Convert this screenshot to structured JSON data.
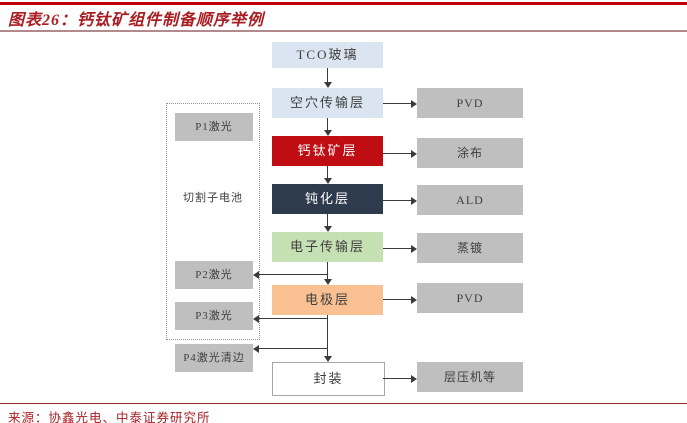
{
  "header": {
    "title": "图表26：钙钛矿组件制备顺序举例"
  },
  "footer": {
    "source": "来源：协鑫光电、中泰证券研究所"
  },
  "flow": {
    "center_steps": [
      {
        "label": "TCO玻璃"
      },
      {
        "label": "空穴传输层"
      },
      {
        "label": "钙钛矿层"
      },
      {
        "label": "钝化层"
      },
      {
        "label": "电子传输层"
      },
      {
        "label": "电极层"
      },
      {
        "label": "封装"
      }
    ],
    "process_steps": [
      {
        "label": "PVD"
      },
      {
        "label": "涂布"
      },
      {
        "label": "ALD"
      },
      {
        "label": "蒸镀"
      },
      {
        "label": "PVD"
      },
      {
        "label": "层压机等"
      }
    ],
    "laser_steps": [
      {
        "label": "P1激光"
      },
      {
        "label": "P2激光"
      },
      {
        "label": "P3激光"
      },
      {
        "label": "P4激光清边"
      }
    ],
    "group_label": "切割子电池"
  },
  "colors": {
    "accent_red": "#c00000",
    "title_text": "#a91e22",
    "box_blue": "#dbe5f1",
    "box_red": "#c00d13",
    "box_navy": "#2e3a4d",
    "box_green": "#c5e0b3",
    "box_orange": "#f9c192",
    "box_gray": "#bfbfbf"
  }
}
